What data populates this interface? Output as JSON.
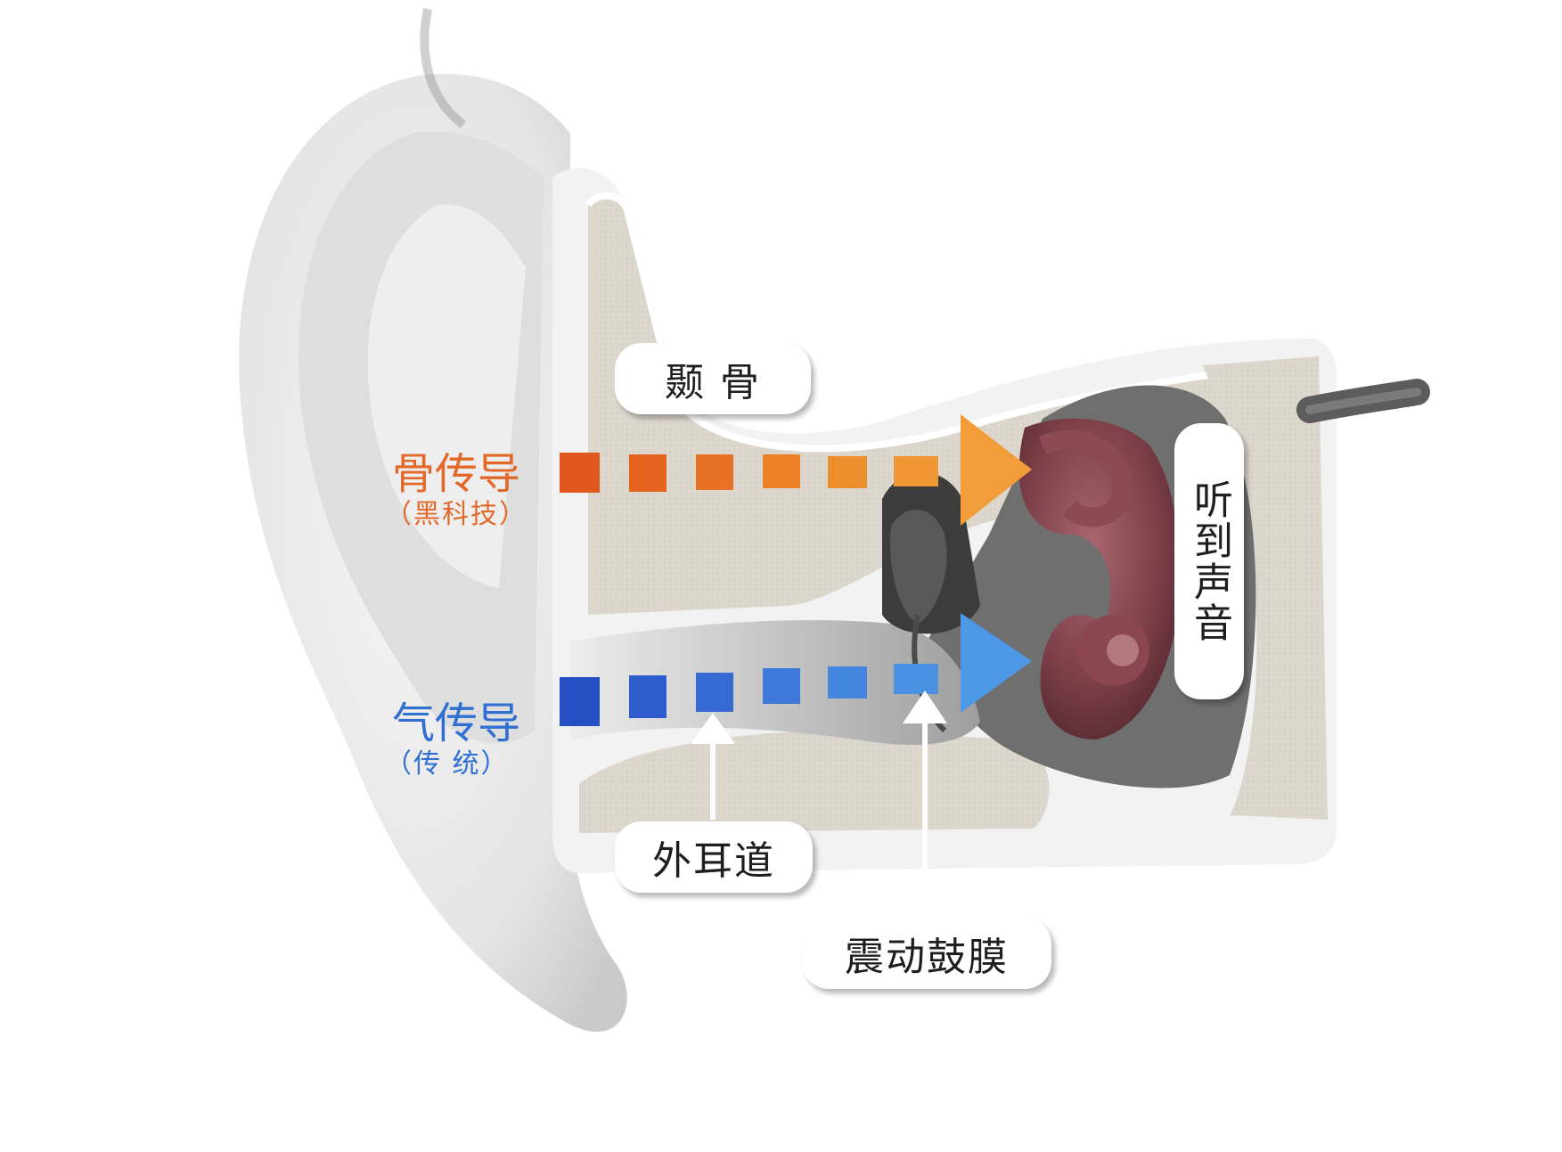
{
  "labels": {
    "temporal_bone": "颞 骨",
    "hear_sound": "听到声音",
    "ear_canal": "外耳道",
    "eardrum": "震动鼓膜"
  },
  "paths": {
    "bone": {
      "title": "骨传导",
      "subtitle": "（黑科技）",
      "color": "#e2692a"
    },
    "air": {
      "title": "气传导",
      "subtitle": "（传 统）",
      "color": "#2f6fd1"
    }
  }
}
